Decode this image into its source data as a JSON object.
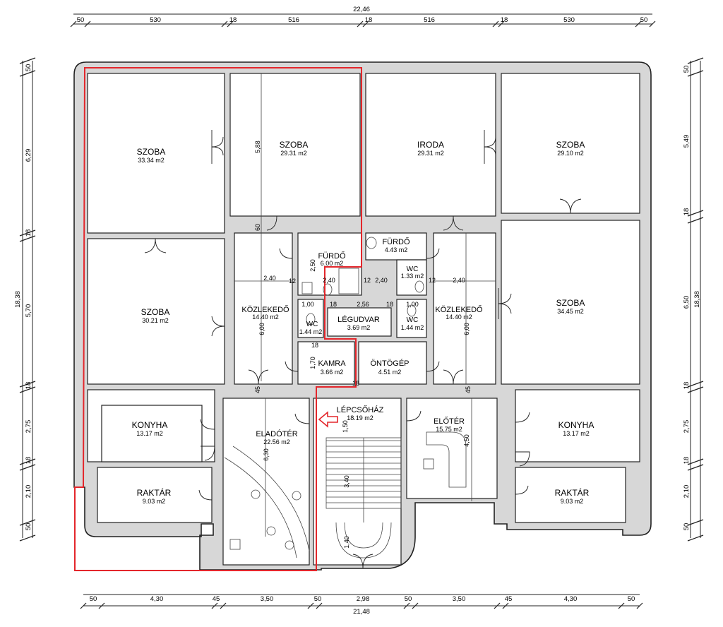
{
  "rooms": [
    {
      "id": "szoba-nw",
      "name": "SZOBA",
      "area": "33.34  m2"
    },
    {
      "id": "szoba-n2",
      "name": "SZOBA",
      "area": "29.31  m2"
    },
    {
      "id": "iroda",
      "name": "IRODA",
      "area": "29.31  m2"
    },
    {
      "id": "szoba-ne",
      "name": "SZOBA",
      "area": "29.10  m2"
    },
    {
      "id": "szoba-w",
      "name": "SZOBA",
      "area": "30.21  m2"
    },
    {
      "id": "szoba-e",
      "name": "SZOBA",
      "area": "34.45  m2"
    },
    {
      "id": "furdo-w",
      "name": "FÜRDŐ",
      "area": "6.00  m2"
    },
    {
      "id": "furdo-e",
      "name": "FÜRDŐ",
      "area": "4.43  m2"
    },
    {
      "id": "wc-ne",
      "name": "WC",
      "area": "1.33  m2"
    },
    {
      "id": "wc-w",
      "name": "WC",
      "area": "1.44  m2"
    },
    {
      "id": "wc-e",
      "name": "WC",
      "area": "1.44  m2"
    },
    {
      "id": "kozl-w",
      "name": "KÖZLEKEDŐ",
      "area": "14.40  m2"
    },
    {
      "id": "kozl-e",
      "name": "KÖZLEKEDŐ",
      "area": "14.40  m2"
    },
    {
      "id": "legudvar",
      "name": "LÉGUDVAR",
      "area": "3.69  m2"
    },
    {
      "id": "kamra",
      "name": "KAMRA",
      "area": "3.66  m2"
    },
    {
      "id": "ontogep",
      "name": "ÖNTÖGÉP",
      "area": "4.51  m2"
    },
    {
      "id": "konyha-w",
      "name": "KONYHA",
      "area": "13.17  m2"
    },
    {
      "id": "konyha-e",
      "name": "KONYHA",
      "area": "13.17  m2"
    },
    {
      "id": "eladoter",
      "name": "ELADÓTÉR",
      "area": "22.56  m2"
    },
    {
      "id": "lepcsohaz",
      "name": "LÉPCSŐHÁZ",
      "area": "18.19  m2"
    },
    {
      "id": "eloter",
      "name": "ELŐTÉR",
      "area": "15.75  m2"
    },
    {
      "id": "raktar-w",
      "name": "RAKTÁR",
      "area": "9.03  m2"
    },
    {
      "id": "raktar-e",
      "name": "RAKTÁR",
      "area": "9.03  m2"
    }
  ],
  "dims_top": {
    "total": "22,46",
    "segments": [
      "50",
      "530",
      "18",
      "516",
      "18",
      "516",
      "18",
      "530",
      "50"
    ]
  },
  "dims_bottom": {
    "total": "21,48",
    "segments": [
      "50",
      "4,30",
      "45",
      "3,50",
      "50",
      "2,98",
      "50",
      "3,50",
      "45",
      "4,30",
      "50"
    ]
  },
  "dims_left": {
    "total": "18,38",
    "segments": [
      "50",
      "6,29",
      "18",
      "5,70",
      "18",
      "2,75",
      "18",
      "2,10",
      "50"
    ]
  },
  "dims_right": {
    "total": "18,38",
    "segments": [
      "50",
      "5,49",
      "18",
      "6,50",
      "18",
      "2,75",
      "18",
      "2,10",
      "50"
    ]
  },
  "inner_dims": [
    "5,88",
    "60",
    "2,40",
    "12",
    "2,50",
    "2,40",
    "12",
    "2,40",
    "12",
    "2,40",
    "1,00",
    "1,00",
    "18",
    "18",
    "2,56",
    "18",
    "6,00",
    "6,00",
    "1,70",
    "18",
    "45",
    "45",
    "6,30",
    "1,50",
    "3,40",
    "4,50",
    "1,40"
  ]
}
